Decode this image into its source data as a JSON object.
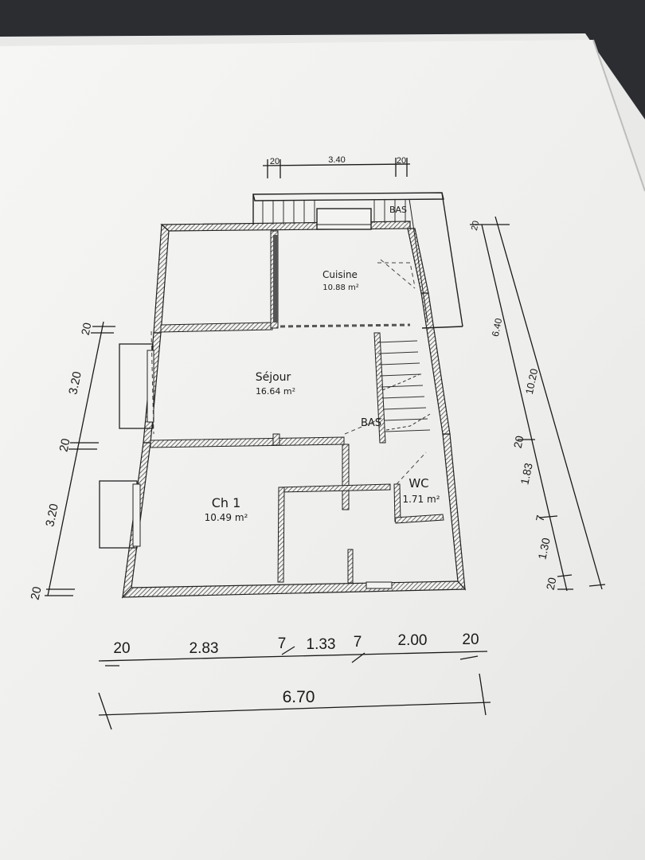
{
  "plan": {
    "rooms": {
      "cuisine": {
        "name": "Cuisine",
        "area": "10.88 m²"
      },
      "sejour": {
        "name": "Séjour",
        "area": "16.64 m²"
      },
      "ch1": {
        "name": "Ch 1",
        "area": "10.49 m²"
      },
      "wc": {
        "name": "WC",
        "area": "1.71 m²"
      }
    },
    "stair_labels": {
      "top": "BAS",
      "middle": "BAS"
    }
  },
  "dimensions": {
    "top": [
      "20",
      "3.40",
      "20"
    ],
    "left": [
      "20",
      "3.20",
      "20",
      "3.20",
      "20"
    ],
    "right_inner": [
      "20",
      "6.40",
      "20",
      "1.83",
      "7",
      "1.30",
      "20"
    ],
    "right_total": "10.20",
    "bottom": [
      "20",
      "2.83",
      "7",
      "1.33",
      "7",
      "2.00",
      "20"
    ],
    "bottom_total": "6.70"
  },
  "colors": {
    "paper": "#f3f3f1",
    "background": "#2b2d30",
    "ink": "#1c1c1c"
  }
}
